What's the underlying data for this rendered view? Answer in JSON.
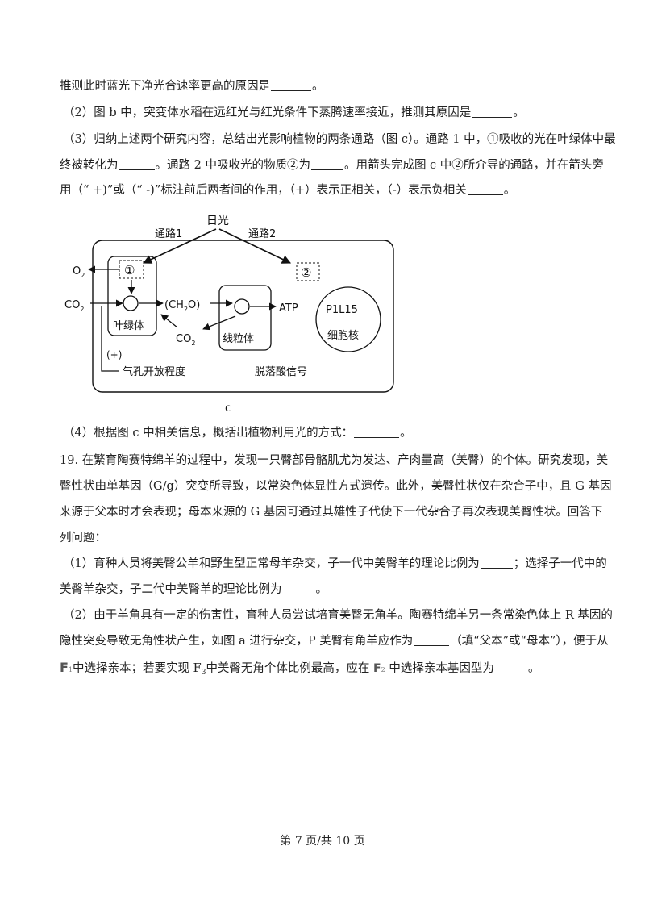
{
  "q18": {
    "line0_pre": "推测此时蓝光下净光合速率更高的原因是",
    "line0_post": "。",
    "p2_pre": "（2）图 b 中，突变体水稻在远红光与红光条件下蒸腾速率接近，推测其原因是",
    "p2_post": "。",
    "p3_line1": "（3）归纳上述两个研究内容，总结出光影响植物的两条通路（图 c）。通路 1 中，①吸收的光在叶绿体中最",
    "p3_line2_a": "终被转化为",
    "p3_line2_b": "。通路 2 中吸收光的物质②为",
    "p3_line2_c": "。用箭头完成图 c 中②所介导的通路，并在箭头旁",
    "p3_line3_a": "用（“ +)”或（“ -)”标注前后两者间的作用，（+）表示正相关，（-）表示负相关",
    "p3_line3_b": "。",
    "p4_pre": "（4）根据图 c 中相关信息，概括出植物利用光的方式：",
    "p4_post": "。"
  },
  "figure_c": {
    "sunlight": "日光",
    "pathway1": "通路1",
    "pathway2": "通路2",
    "o2": "O",
    "o2_sub": "2",
    "co2_left": "CO",
    "co2_left_sub": "2",
    "circle1": "①",
    "circle2": "②",
    "ch2o_a": "(CH",
    "ch2o_sub": "2",
    "ch2o_b": "O)",
    "atp": "ATP",
    "chloroplast": "叶绿体",
    "co2_inner": "CO",
    "co2_inner_sub": "2",
    "mitochondria": "线粒体",
    "gene": "P1L15",
    "nucleus": "细胞核",
    "plus": "(+)",
    "stomata": "气孔开放程度",
    "aba": "脱落酸信号",
    "caption": "c"
  },
  "q19": {
    "l1": "19. 在繁育陶赛特绵羊的过程中，发现一只臀部骨骼肌尤为发达、产肉量高（美臀）的个体。研究发现，美",
    "l2": "臀性状由单基因（G/g）突变所导致，以常染色体显性方式遗传。此外，美臀性状仅在杂合子中，且 G 基因",
    "l3": "来源于父本时才会表现；母本来源的 G 基因可通过其雄性子代使下一代杂合子再次表现美臀性状。回答下",
    "l4": "列问题：",
    "p1_a": "（1）育种人员将美臀公羊和野生型正常母羊杂交，子一代中美臀羊的理论比例为",
    "p1_b": "；选择子一代中的",
    "p1_c": "美臀羊杂交，子二代中美臀羊的理论比例为",
    "p1_d": "。",
    "p2_l1": "（2）由于羊角具有一定的伤害性，育种人员尝试培育美臀无角羊。陶赛特绵羊另一条常染色体上 R 基因的",
    "p2_l2_a": "隐性突变导致无角性状产生，如图 a 进行杂交，P 美臀有角羊应作为",
    "p2_l2_b": "（填“父本”或“母本”），便于从",
    "p2_l3_F": "F",
    "p2_l3_Fsub": "1",
    "p2_l3_a": "中选择亲本；若要实现 F",
    "p2_l3_sub3": "3",
    "p2_l3_b": "中美臀无角个体比例最高，应在",
    "p2_l3_F2": "F",
    "p2_l3_F2sub": "2",
    "p2_l3_c": "中选择亲本基因型为",
    "p2_l3_d": "。"
  },
  "footer": "第 7 页/共 10 页"
}
